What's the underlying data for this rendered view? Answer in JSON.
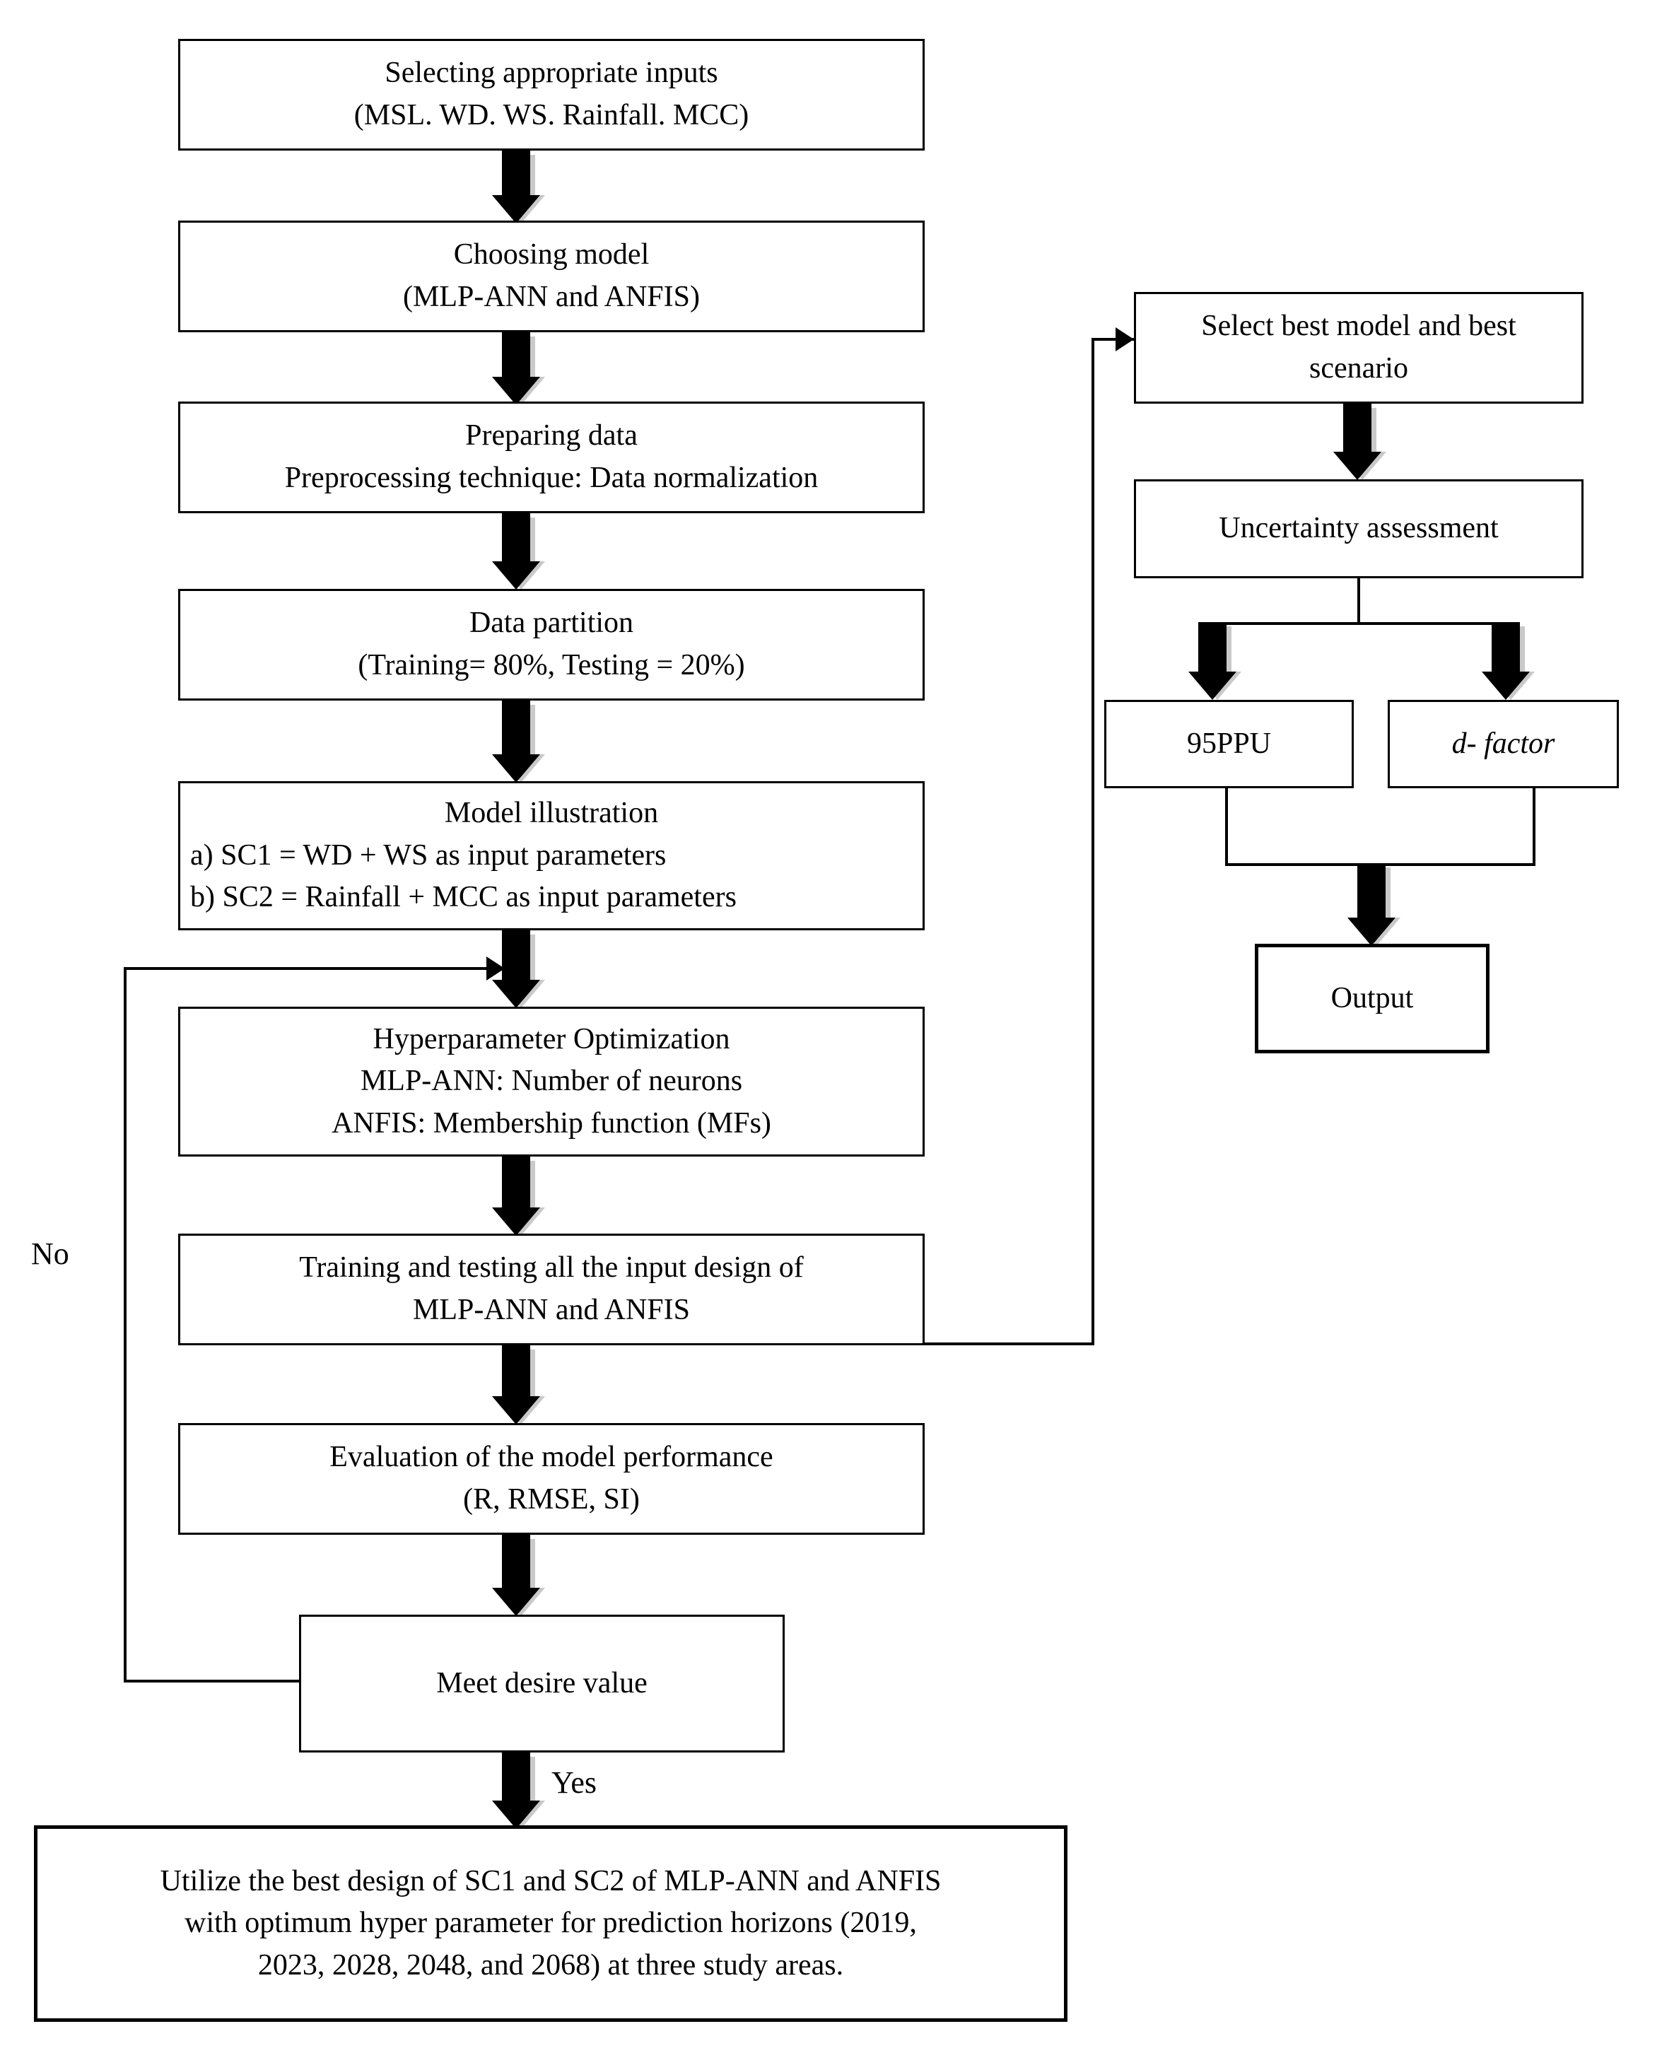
{
  "diagram": {
    "title": "Modelling methodology flowchart",
    "background_color": "#ffffff",
    "line_color": "#000000",
    "arrow_shadow_color": "#c9c9c9"
  },
  "main_flow": {
    "select_inputs": {
      "line1": "Selecting appropriate inputs",
      "line2": "(MSL. WD. WS. Rainfall. MCC)"
    },
    "choose_model": {
      "line1": "Choosing model",
      "line2": "(MLP-ANN and ANFIS)"
    },
    "prepare_data": {
      "line1": "Preparing data",
      "line2": "Preprocessing technique: Data normalization"
    },
    "data_partition": {
      "line1": "Data partition",
      "line2": "(Training= 80%, Testing = 20%)"
    },
    "model_illustration": {
      "line1": "Model illustration",
      "line2": "a) SC1 = WD + WS as input parameters",
      "line3": "b) SC2 = Rainfall + MCC as input parameters"
    },
    "hyperparameter_optimization": {
      "line1": "Hyperparameter Optimization",
      "line2": "MLP-ANN: Number of neurons",
      "line3": "ANFIS: Membership function (MFs)"
    },
    "training_testing": {
      "line1": "Training and testing all the input design of",
      "line2": "MLP-ANN and ANFIS"
    },
    "evaluation": {
      "line1": "Evaluation of the model performance",
      "line2": "(R, RMSE, SI)"
    },
    "decision": {
      "line1": "Meet desire value"
    },
    "final_utilize": {
      "line1": "Utilize the best design of SC1 and SC2 of MLP-ANN and ANFIS",
      "line2": "with optimum hyper parameter for prediction horizons (2019,",
      "line3": "2023, 2028, 2048, and 2068) at three study areas."
    }
  },
  "right_flow": {
    "select_best": {
      "line1": "Select best model and best",
      "line2": "scenario"
    },
    "uncertainty": {
      "line1": "Uncertainty assessment"
    },
    "ppu": {
      "line1": "95PPU"
    },
    "dfactor": {
      "line1": "d- factor"
    },
    "output": {
      "line1": "Output"
    }
  },
  "edge_labels": {
    "no": "No",
    "yes": "Yes"
  }
}
